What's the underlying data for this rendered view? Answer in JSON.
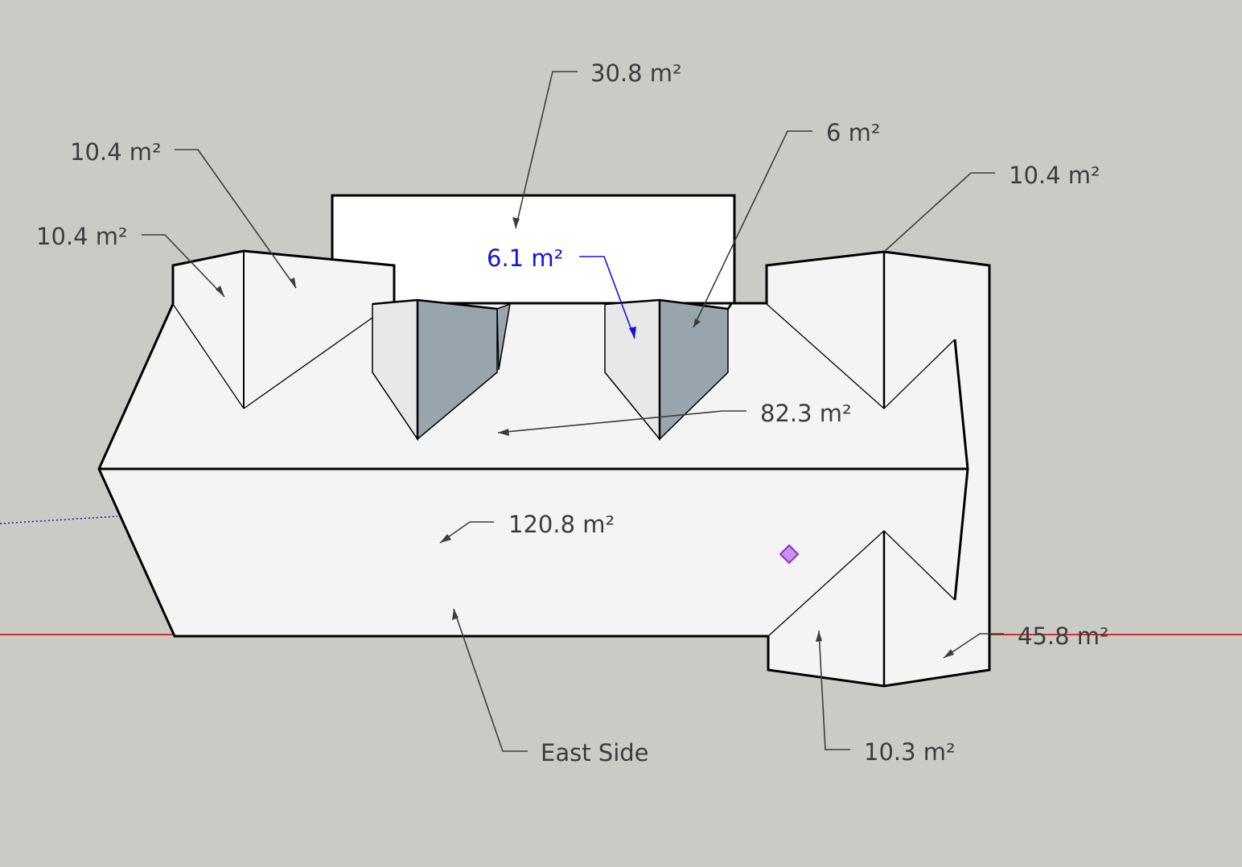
{
  "viewport": {
    "background_color": "#cbcbc6",
    "face_color": "#f4f4f4",
    "shaded_face_color": "#98a5ad",
    "edge_color": "#000000",
    "leader_color": "#3c3c3c",
    "selected_color": "#1414d8",
    "x_axis_color": "#d40000",
    "inference_point_color": "#b060e0"
  },
  "labels": {
    "roof_top": "30.8 m²",
    "dormer_right": "6 m²",
    "dormer_left_selected": "6.1 m²",
    "gable_left_upper": "10.4 m²",
    "gable_left_lower": "10.4 m²",
    "gable_right": "10.4 m²",
    "roof_main": "82.3 m²",
    "wall_east": "120.8 m²",
    "wing_right": "45.8 m²",
    "wing_bottom": "10.3 m²",
    "east_side": "East Side"
  }
}
